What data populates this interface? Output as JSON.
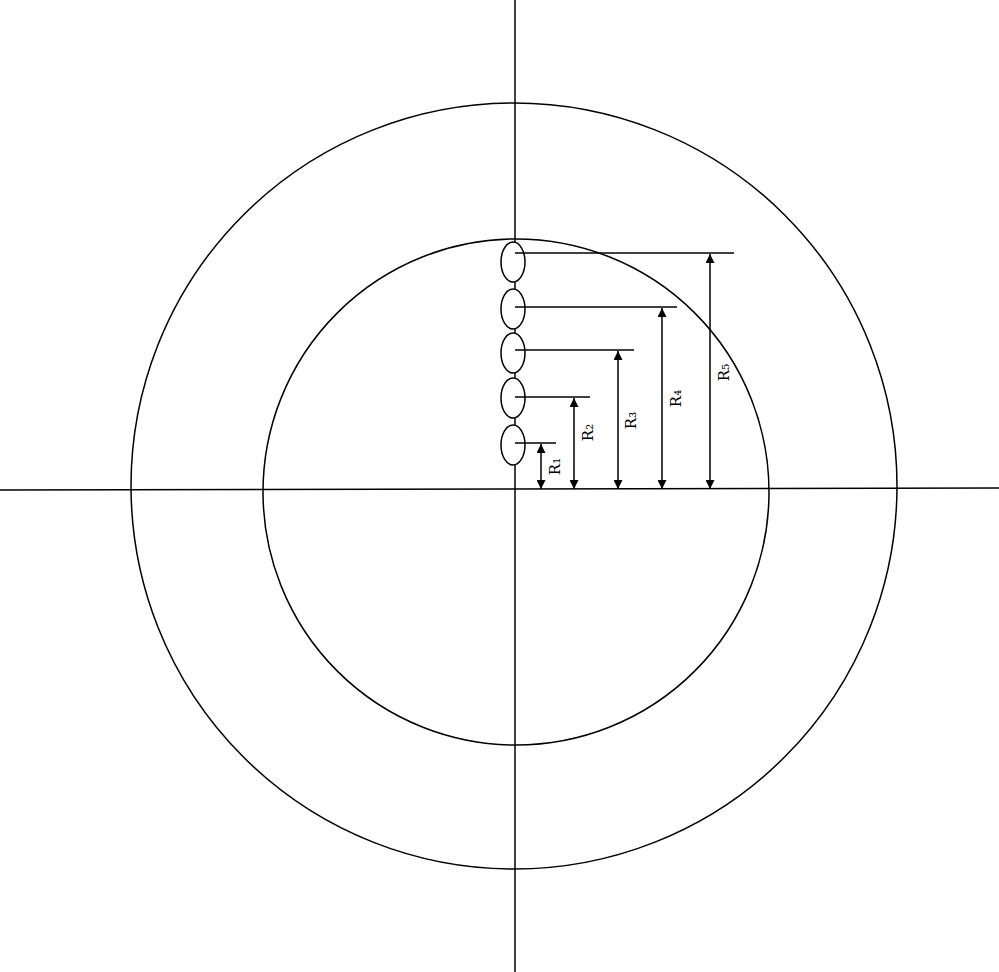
{
  "diagram": {
    "labels": [
      "R₁",
      "R₂",
      "R₃",
      "R₄",
      "R₅"
    ]
  }
}
